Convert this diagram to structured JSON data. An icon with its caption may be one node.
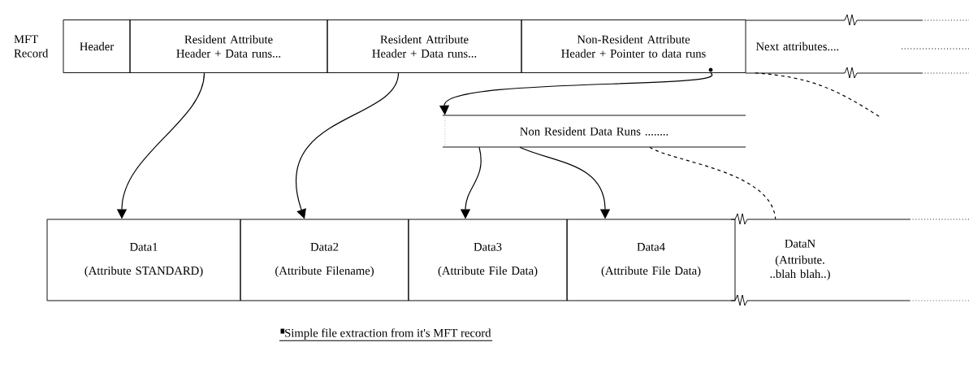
{
  "diagram": {
    "caption": "Simple file extraction from it's MFT record",
    "nodes": [
      {
        "text": [
          "Header"
        ]
      },
      {
        "text": [
          "Resident Attribute Header + Data runs..."
        ]
      },
      {
        "text": [
          "Resident Attribute Header + Data runs..."
        ]
      },
      {
        "text": [
          "Non-Resident Attribute Header + Pointer to data runs"
        ]
      },
      {
        "text": [
          "Next attributes...."
        ]
      },
      {
        "text": [
          "Non Resident Data Runs ........"
        ]
      },
      {
        "text": [
          "Data1",
          "(Attribute STANDARD)"
        ]
      },
      {
        "text": [
          "Data2",
          "(Attribute Filename)"
        ]
      },
      {
        "text": [
          "Data3",
          "(Attribute File Data)"
        ]
      },
      {
        "text": [
          "Data4",
          "(Attribute File Data)"
        ]
      },
      {
        "text": [
          "DataN",
          "(Attribute. ..blah blah..)"
        ]
      }
    ],
    "edges": [
      {
        "from": 1,
        "to": 6,
        "arrow": "to"
      },
      {
        "from": 2,
        "to": 7,
        "arrow": "to"
      },
      {
        "from": 3,
        "to": 5,
        "arrow": "to"
      },
      {
        "from": 5,
        "to": 8,
        "arrow": "to"
      },
      {
        "from": 5,
        "to": 9,
        "arrow": "to"
      },
      {
        "from": 4,
        "to": null,
        "arrow": "none",
        "style": "dashed"
      },
      {
        "from": 5,
        "to": 10,
        "arrow": "none",
        "style": "dashed"
      }
    ],
    "labels": [
      "MFT Record"
    ]
  }
}
